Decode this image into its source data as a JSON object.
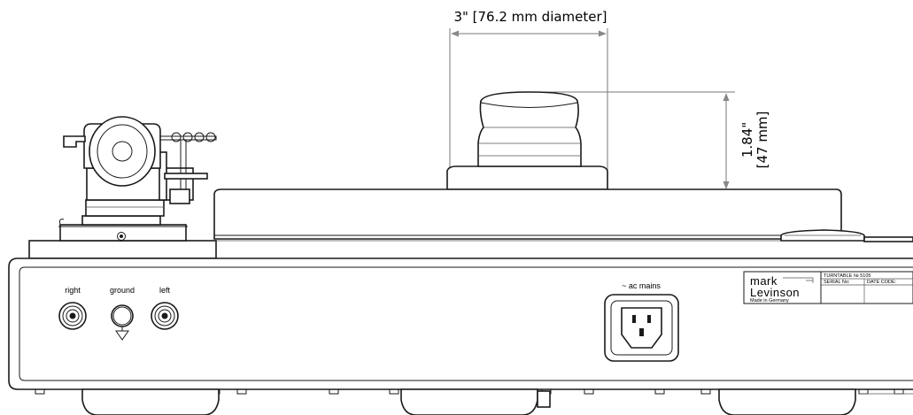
{
  "dimensions": {
    "diameter_label": "3\" [76.2 mm diameter]",
    "height_label_imperial": "1.84\"",
    "height_label_metric": "[47 mm]"
  },
  "rear_panel": {
    "jack_right": "right",
    "jack_ground": "ground",
    "jack_left": "left",
    "power_label": "~ ac mains"
  },
  "nameplate": {
    "brand_line1": "mark",
    "brand_line2": "Levinson",
    "made_in": "Made in Germany",
    "model": "TURNTABLE № 5105",
    "serial_label": "SERIAL No:",
    "date_label": "DATE CODE:"
  }
}
